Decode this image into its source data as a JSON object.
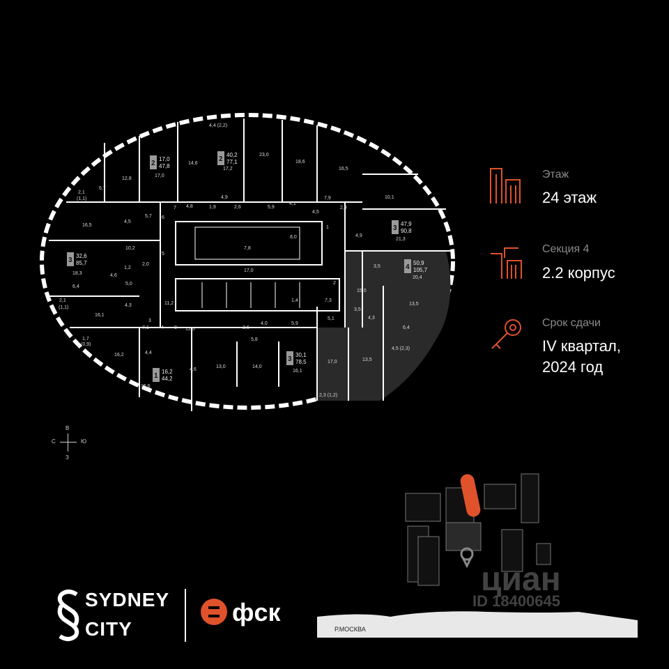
{
  "info": {
    "floor_label": "Этаж",
    "floor_value": "24 этаж",
    "section_label": "Секция 4",
    "section_value": "2.2 корпус",
    "deadline_label": "Срок сдачи",
    "deadline_value_line1": "IV квартал,",
    "deadline_value_line2": "2024 год"
  },
  "accent_color": "#e0522b",
  "apartments": [
    {
      "rooms": "2",
      "living": "17,0",
      "total": "47,8"
    },
    {
      "rooms": "2",
      "living": "40,2",
      "total": "77,1"
    },
    {
      "rooms": "3",
      "living": "32,6",
      "total": "85,7"
    },
    {
      "rooms": "3",
      "living": "47,9",
      "total": "90,8"
    },
    {
      "rooms": "4",
      "living": "50,9",
      "total": "105,7"
    },
    {
      "rooms": "3",
      "living": "30,1",
      "total": "78,5"
    },
    {
      "rooms": "1",
      "living": "16,2",
      "total": "44,2"
    }
  ],
  "rooms": {
    "r1": "4,4 (2,2)",
    "r2": "12,8",
    "r3": "17,0",
    "r4": "14,6",
    "r5": "17,2",
    "r6": "23,0",
    "r7": "18,6",
    "r8": "16,5",
    "r9": "6,7",
    "r10": "2,1",
    "r11": "(1,1)",
    "r12": "4,5",
    "r13": "5,7",
    "r14": "4,8",
    "r15": "1,9",
    "r16": "2,6",
    "r17": "4,9",
    "r18": "5,9",
    "r19": "4,1",
    "r20": "7,9",
    "r21": "2,9",
    "r22": "4,5",
    "r23": "10,1",
    "r24": "16,5",
    "r25": "8,0",
    "r26": "7,8",
    "r27": "10,2",
    "r28": "21,3",
    "r29": "4,9",
    "r30": "18,3",
    "r31": "1,2",
    "r32": "2,0",
    "r33": "3,5",
    "r34": "20,4",
    "r35": "6,4",
    "r36": "4,6",
    "r37": "5,0",
    "r38": "17,0",
    "r39": "15,0",
    "r40": "11,2",
    "r41": "1,4",
    "r42": "7,3",
    "r43": "13,5",
    "r44": "4,3",
    "r45": "3,5",
    "r46": "2,1",
    "r47": "(1,1)",
    "r48": "16,1",
    "r49": "7,1",
    "r50": "12,5",
    "r51": "2,6",
    "r52": "4,0",
    "r53": "5,9",
    "r54": "5,1",
    "r55": "4,3",
    "r56": "6,4",
    "r57": "1,7",
    "r58": "(0,9)",
    "r59": "5,8",
    "r60": "4,5 (2,3)",
    "r61": "4,4",
    "r62": "16,2",
    "r63": "4,6",
    "r64": "13,0",
    "r65": "14,0",
    "r66": "16,1",
    "r67": "17,0",
    "r68": "13,5",
    "r69": "15,6",
    "r70": "2,3 (1,2)",
    "r71": "4",
    "r72": "8",
    "r73": "6",
    "r74": "5",
    "r75": "1",
    "r76": "2",
    "r77": "7",
    "r78": "3"
  },
  "compass": {
    "north": "В",
    "south": "З",
    "west": "С",
    "east": "Ю"
  },
  "brand": {
    "line1": "SYDNEY",
    "line2": "CITY",
    "developer": "фск"
  },
  "watermark": {
    "main": "циан",
    "id": "ID 18400645"
  },
  "map": {
    "river_label": "Р.МОСКВА"
  }
}
